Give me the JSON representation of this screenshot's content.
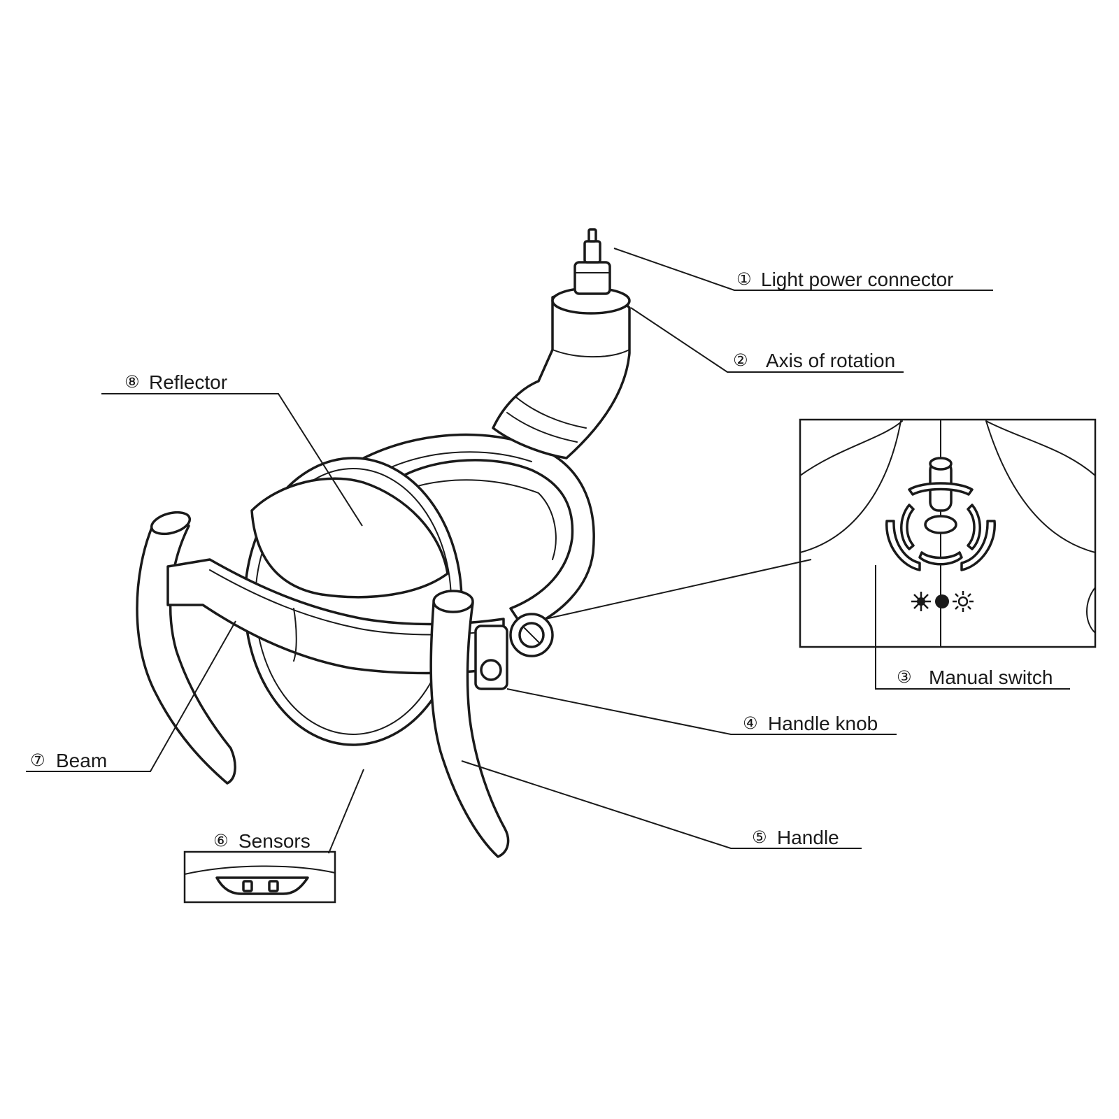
{
  "callouts": [
    {
      "id": "light-power-connector",
      "number": "①",
      "text": "Light power connector"
    },
    {
      "id": "axis-of-rotation",
      "number": "②",
      "text": "Axis of rotation"
    },
    {
      "id": "manual-switch",
      "number": "③",
      "text": "Manual switch"
    },
    {
      "id": "handle-knob",
      "number": "④",
      "text": "Handle knob"
    },
    {
      "id": "handle",
      "number": "⑤",
      "text": "Handle"
    },
    {
      "id": "sensors",
      "number": "⑥",
      "text": "Sensors"
    },
    {
      "id": "beam",
      "number": "⑦",
      "text": "Beam"
    },
    {
      "id": "reflector",
      "number": "⑧",
      "text": "Reflector"
    }
  ],
  "colors": {
    "line": "#1a1a1a",
    "background": "#ffffff"
  },
  "icons": [
    "brightness-low-icon",
    "power-dot-icon",
    "brightness-high-icon"
  ]
}
